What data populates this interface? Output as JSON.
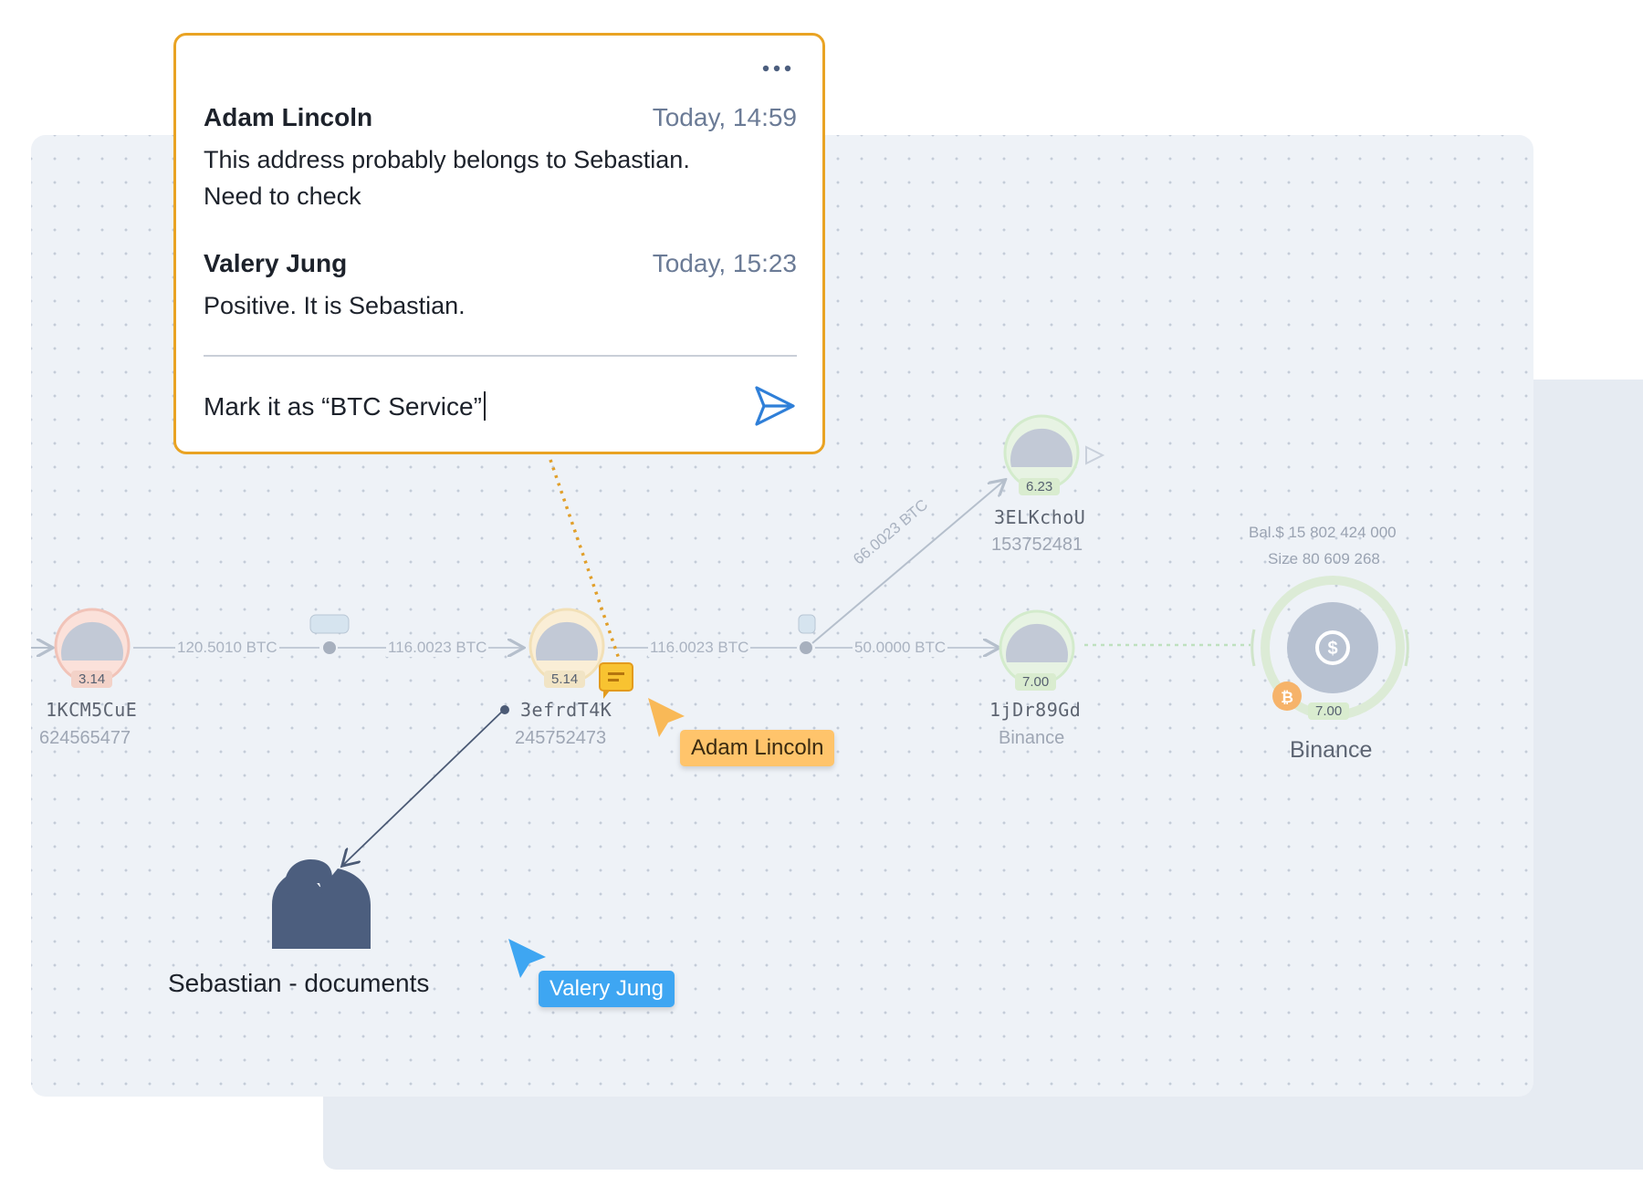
{
  "comment_card": {
    "comments": [
      {
        "author": "Adam Lincoln",
        "time": "Today, 14:59",
        "text_line1": "This address probably belongs to Sebastian.",
        "text_line2": "Need to check"
      },
      {
        "author": "Valery Jung",
        "time": "Today, 15:23",
        "text_line1": "Positive. It is Sebastian."
      }
    ],
    "reply_value": "Mark it as “BTC Service”",
    "more_icon": "more-horizontal-icon",
    "send_icon": "send-icon"
  },
  "graph": {
    "nodes": [
      {
        "address": "1KCM5CuE",
        "sub": "624565477",
        "score": "3.14"
      },
      {
        "address": "3efrdT4K",
        "sub": "245752473",
        "score": "5.14"
      },
      {
        "address": "3ELKchoU",
        "sub": "153752481",
        "score": "6.23"
      },
      {
        "address": "1jDr89Gd",
        "sub": "Binance",
        "score": "7.00"
      }
    ],
    "edges": [
      "120.5010 BTC",
      "116.0023 BTC",
      "116.0023 BTC",
      "50.0000 BTC",
      "66.0023 BTC"
    ],
    "exchange": {
      "balance": "Bal.$  15 802 424 000",
      "size": "Size  80 609 268",
      "score": "7.00",
      "name": "Binance"
    },
    "person": {
      "label": "Sebastian - documents"
    }
  },
  "cursors": [
    {
      "name": "Adam Lincoln",
      "color": "#ffc46b"
    },
    {
      "name": "Valery Jung",
      "color": "#3ea6f2"
    }
  ]
}
